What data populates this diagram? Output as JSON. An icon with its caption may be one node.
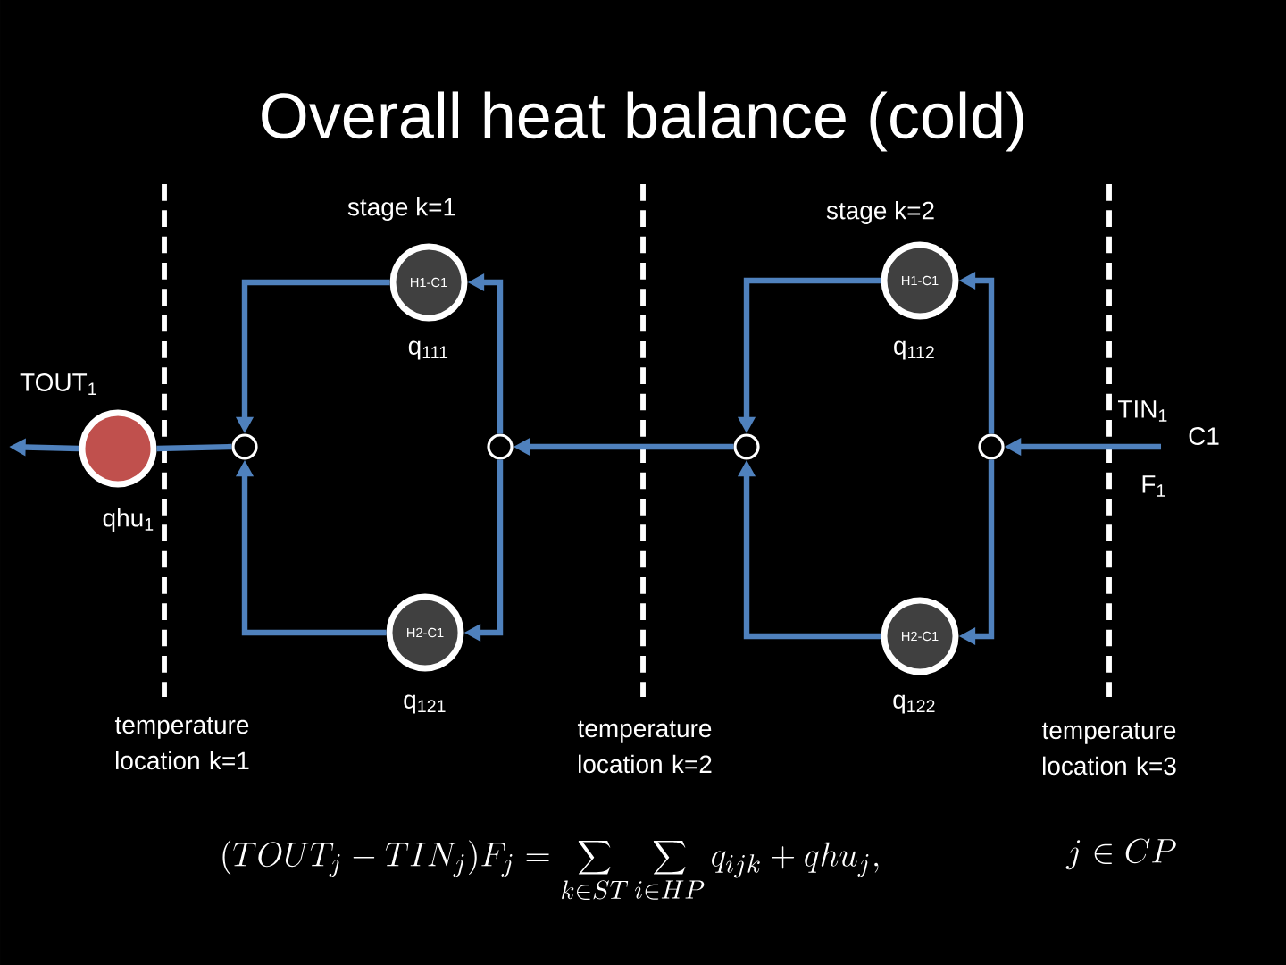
{
  "diagram": {
    "title": "Overall heat balance (cold)",
    "nodes": [
      {
        "text": [],
        "shape": "circle",
        "beside": [
          "qhu$_{1}$"
        ]
      },
      {
        "text": [],
        "shape": "circle"
      },
      {
        "text": [],
        "shape": "circle"
      },
      {
        "text": [],
        "shape": "circle"
      },
      {
        "text": [],
        "shape": "circle"
      },
      {
        "text": [
          "H1-C1"
        ],
        "beside": [
          "q$_{111}$"
        ]
      },
      {
        "text": [
          "H2-C1"
        ],
        "beside": [
          "q$_{121}$"
        ]
      },
      {
        "text": [
          "H1-C1"
        ],
        "beside": [
          "q$_{112}$"
        ]
      },
      {
        "text": [
          "H2-C1"
        ],
        "beside": [
          "q$_{122}$"
        ]
      }
    ],
    "edges": [
      {
        "from": null,
        "to": 4,
        "arrow": "to"
      },
      {
        "from": 4,
        "to": 7,
        "arrow": "to"
      },
      {
        "from": 7,
        "to": 3,
        "arrow": "to"
      },
      {
        "from": 4,
        "to": 8,
        "arrow": "to"
      },
      {
        "from": 8,
        "to": 3,
        "arrow": "to"
      },
      {
        "from": 3,
        "to": 2,
        "arrow": "to"
      },
      {
        "from": 2,
        "to": 5,
        "arrow": "to"
      },
      {
        "from": 5,
        "to": 1,
        "arrow": "to"
      },
      {
        "from": 2,
        "to": 6,
        "arrow": "to"
      },
      {
        "from": 6,
        "to": 1,
        "arrow": "to"
      },
      {
        "from": 1,
        "to": 0,
        "arrow": "none"
      },
      {
        "from": 0,
        "to": null,
        "arrow": "to"
      }
    ],
    "labels": [
      "stage k=1",
      "stage k=2",
      "TOUT$_{1}$",
      "TIN$_{1}$",
      "C1",
      "F$_{1}$",
      "temperature location k=1",
      "temperature location k=2",
      "temperature location k=3",
      "(TOUT_j - TIN_j)F_j = \\sum_{k \\in ST} \\sum_{i \\in HP} q_{ijk} + qhu_j,",
      "j \\in CP"
    ]
  }
}
